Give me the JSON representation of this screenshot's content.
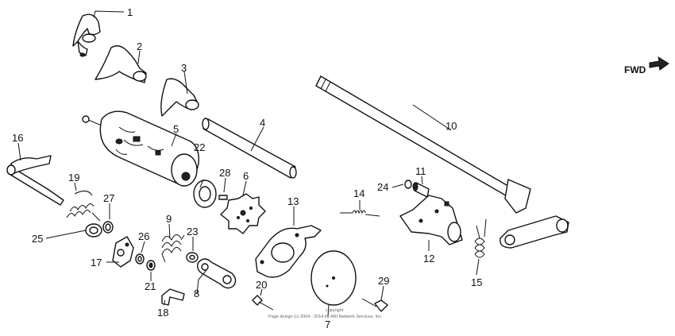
{
  "direction_label": "FWD",
  "copyright_top": "copyright",
  "copyright_line": "Page design (c) 2004 - 2014 by ARI Network Services, Inc.",
  "callouts": {
    "p1": "1",
    "p2": "2",
    "p3": "3",
    "p4": "4",
    "p5": "5",
    "p6": "6",
    "p7": "7",
    "p8": "8",
    "p9": "9",
    "p10": "10",
    "p11": "11",
    "p12": "12",
    "p13": "13",
    "p14": "14",
    "p15": "15",
    "p16": "16",
    "p17": "17",
    "p18": "18",
    "p19": "19",
    "p20": "20",
    "p21": "21",
    "p22": "22",
    "p23": "23",
    "p24": "24",
    "p25": "25",
    "p26": "26",
    "p27": "27",
    "p28": "28",
    "p29": "29"
  }
}
